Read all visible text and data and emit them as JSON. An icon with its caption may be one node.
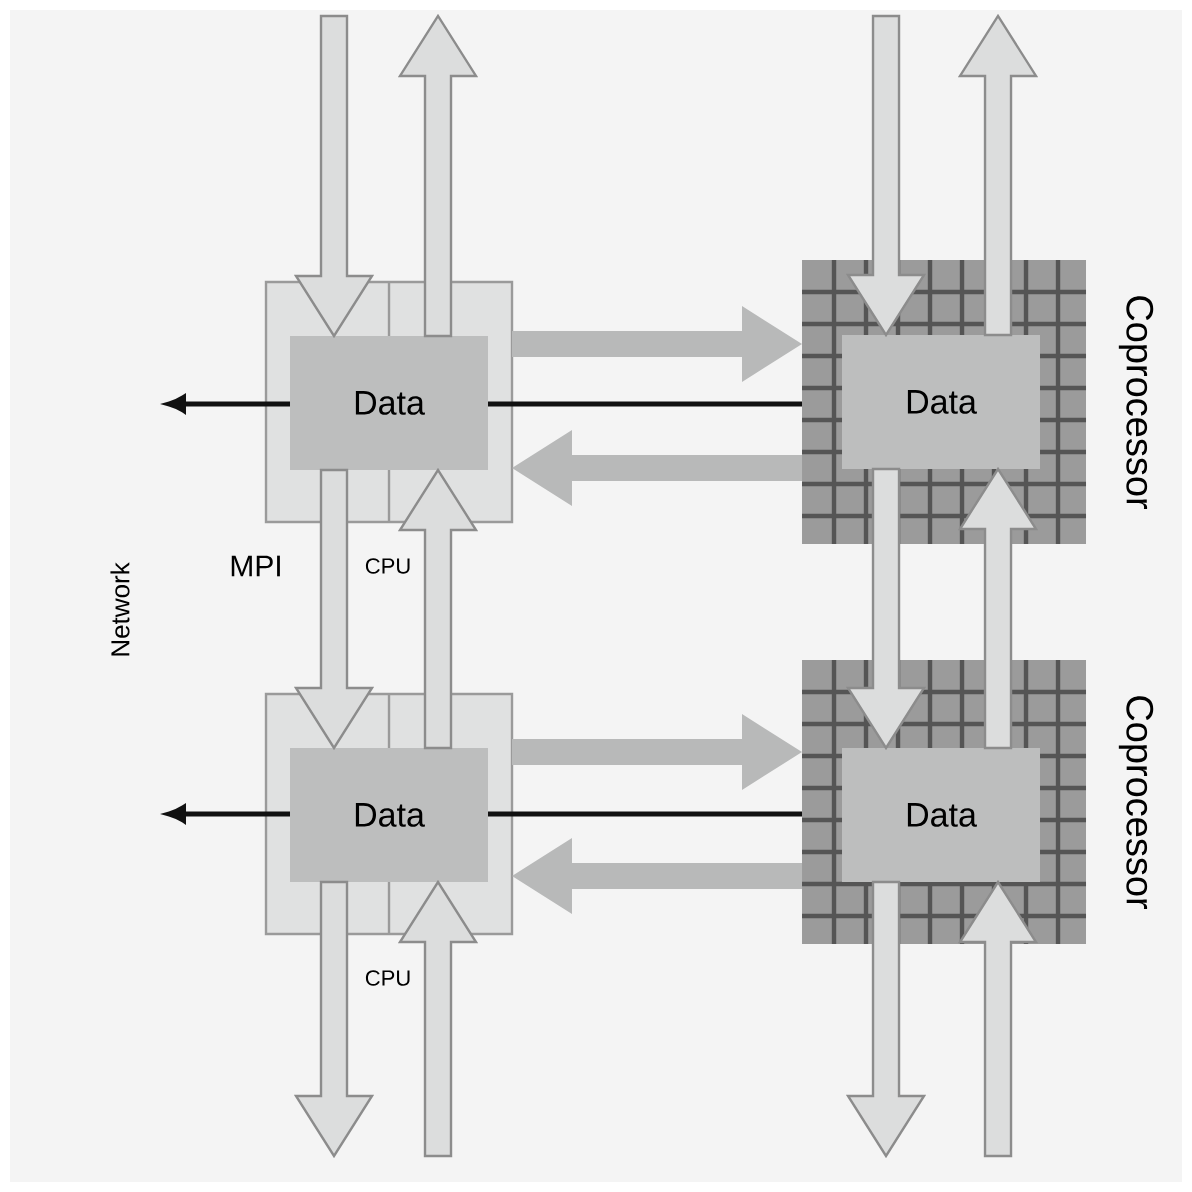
{
  "diagram": {
    "nodes": [
      {
        "text": [],
        "shape": "box"
      },
      {
        "text": [
          "Data"
        ],
        "in": 0
      },
      {
        "text": [],
        "shape": "box",
        "beside": [
          "Coprocessor"
        ]
      },
      {
        "text": [
          "Data"
        ],
        "in": 2
      },
      {
        "text": [],
        "shape": "box"
      },
      {
        "text": [
          "Data"
        ],
        "in": 4
      },
      {
        "text": [],
        "shape": "box",
        "beside": [
          "Coprocessor"
        ]
      },
      {
        "text": [
          "Data"
        ],
        "in": 6
      }
    ],
    "edges": [
      {
        "from": null,
        "to": 1,
        "arrow": "to"
      },
      {
        "from": 1,
        "to": null,
        "arrow": "to"
      },
      {
        "from": 0,
        "to": 2,
        "arrow": "to",
        "color": "#b8b9b9"
      },
      {
        "from": 2,
        "to": 0,
        "arrow": "to",
        "color": "#b8b9b9"
      },
      {
        "from": 2,
        "to": 1,
        "arrow": "none",
        "color": "#111111"
      },
      {
        "from": 1,
        "to": null,
        "arrow": "to",
        "color": "#111111"
      },
      {
        "from": 1,
        "to": 5,
        "arrow": "to"
      },
      {
        "from": 5,
        "to": 1,
        "arrow": "to"
      },
      {
        "from": 5,
        "to": null,
        "arrow": "to"
      },
      {
        "from": null,
        "to": 5,
        "arrow": "to"
      },
      {
        "from": 4,
        "to": 6,
        "arrow": "to",
        "color": "#b8b9b9"
      },
      {
        "from": 6,
        "to": 4,
        "arrow": "to",
        "color": "#b8b9b9"
      },
      {
        "from": 6,
        "to": 5,
        "arrow": "none",
        "color": "#111111"
      },
      {
        "from": 5,
        "to": null,
        "arrow": "to",
        "color": "#111111"
      },
      {
        "from": null,
        "to": 3,
        "arrow": "to"
      },
      {
        "from": 3,
        "to": null,
        "arrow": "to"
      },
      {
        "from": 3,
        "to": 7,
        "arrow": "to"
      },
      {
        "from": 7,
        "to": 3,
        "arrow": "to"
      },
      {
        "from": 7,
        "to": null,
        "arrow": "to"
      },
      {
        "from": null,
        "to": 7,
        "arrow": "to"
      }
    ],
    "labels": [
      "Network",
      "MPI",
      "CPU",
      "CPU"
    ]
  }
}
